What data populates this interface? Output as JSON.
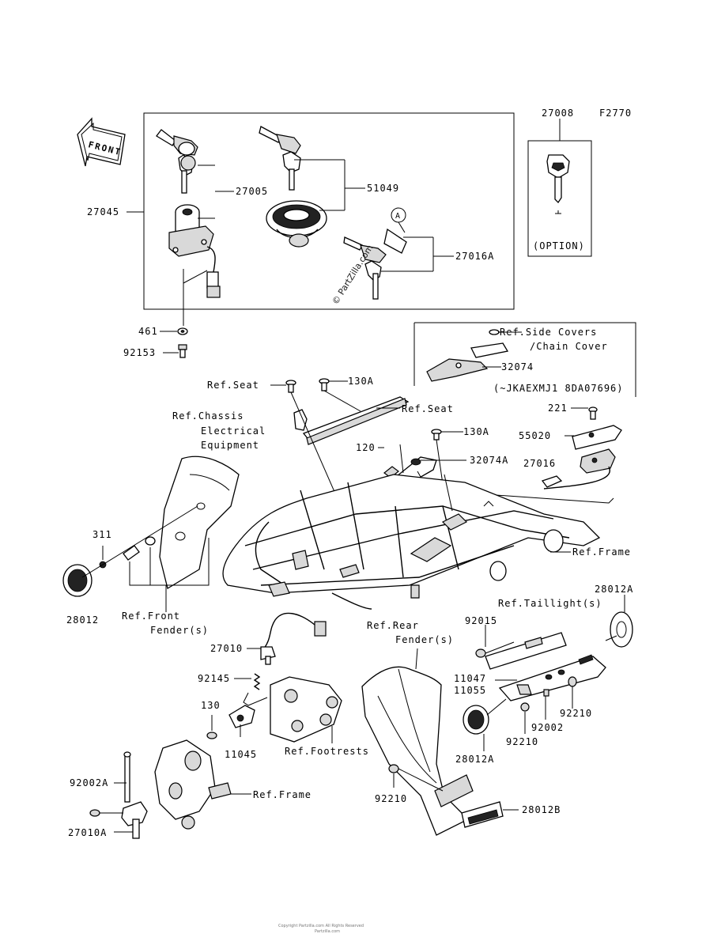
{
  "diagram": {
    "figure_code": "F2770",
    "front_label": "FRONT",
    "watermark": "© PartZilla.com",
    "footer_line_1": "Copyright Partzilla.com All Rights Reserved",
    "footer_line_2": "Partzilla.com",
    "labels": {
      "p27008": "27008",
      "option": "(OPTION)",
      "p27005": "27005",
      "p51049": "51049",
      "p27045": "27045",
      "p27016A": "27016A",
      "callout_a": "A",
      "p461": "461",
      "p92153": "92153",
      "ref_side_covers": "Ref.Side Covers",
      "ref_chain_cover": "/Chain Cover",
      "p32074": "32074",
      "vin_range": "(~JKAEXMJ1 8DA07696)",
      "ref_seat_1": "Ref.Seat",
      "p130A_1": "130A",
      "ref_seat_2": "Ref.Seat",
      "p221": "221",
      "ref_chassis_1": "Ref.Chassis",
      "ref_chassis_2": "Electrical",
      "ref_chassis_3": "Equipment",
      "p130A_2": "130A",
      "p55020": "55020",
      "p120": "120",
      "p32074A": "32074A",
      "p27016": "27016",
      "p311": "311",
      "ref_frame_1": "Ref.Frame",
      "p28012": "28012",
      "ref_front_1": "Ref.Front",
      "ref_front_2": "Fender(s)",
      "p28012A_1": "28012A",
      "ref_taillight": "Ref.Taillight(s)",
      "ref_rear_1": "Ref.Rear",
      "ref_rear_2": "Fender(s)",
      "p92015": "92015",
      "p27010": "27010",
      "p92145": "92145",
      "p11047": "11047",
      "p11055": "11055",
      "p92210_1": "92210",
      "p92002": "92002",
      "p130": "130",
      "p92210_2": "92210",
      "p11045": "11045",
      "ref_footrests": "Ref.Footrests",
      "p28012A_2": "28012A",
      "p92002A": "92002A",
      "ref_frame_2": "Ref.Frame",
      "p92210_3": "92210",
      "p28012B": "28012B",
      "p27010A": "27010A"
    }
  }
}
